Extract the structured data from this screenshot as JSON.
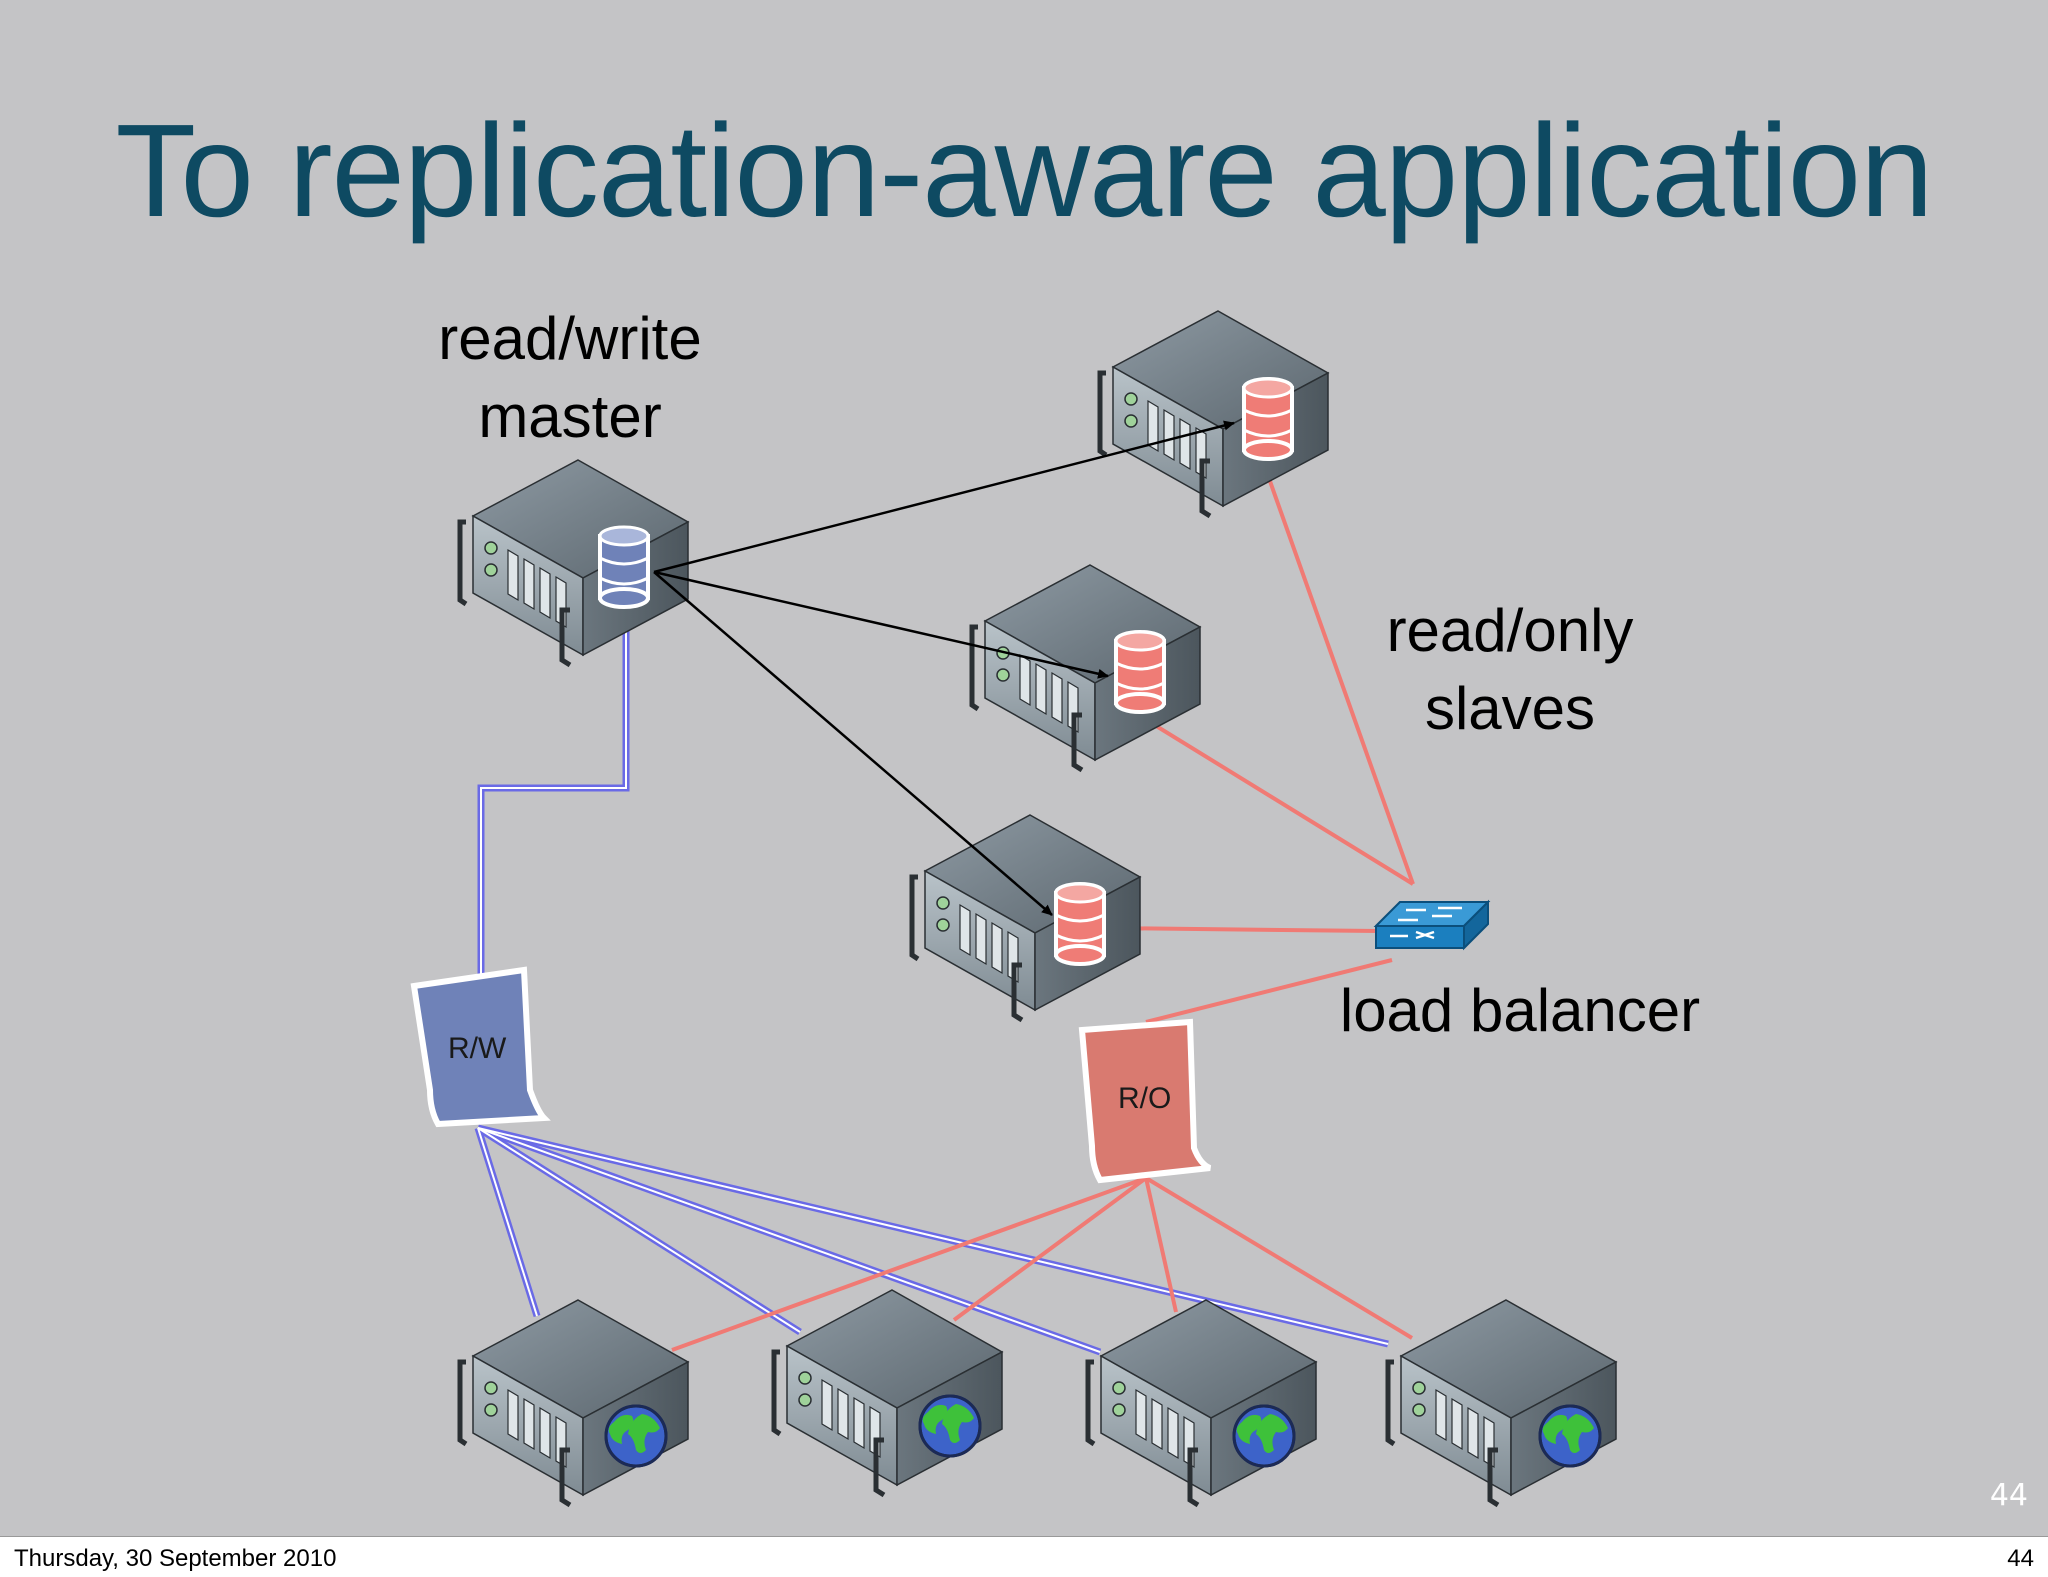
{
  "slide": {
    "title": "To replication-aware application",
    "slide_number": "44"
  },
  "labels": {
    "master": [
      "read/write",
      "master"
    ],
    "slaves": [
      "read/only",
      "slaves"
    ],
    "load_balancer": "load balancer"
  },
  "documents": {
    "rw": "R/W",
    "ro": "R/O"
  },
  "colors": {
    "background": "#c4c4c6",
    "title": "#0e4a62",
    "rw_link": "#6a6ae6",
    "ro_link": "#f07a74",
    "replication_arrow": "#000000",
    "rw_doc": "#6f82b8",
    "ro_doc": "#d97a70",
    "load_balancer": "#1b7fbf"
  },
  "icons": [
    "server-icon",
    "database-icon",
    "globe-icon",
    "switch-icon",
    "document-icon"
  ],
  "footer": {
    "date": "Thursday, 30 September 2010",
    "page": "44"
  }
}
